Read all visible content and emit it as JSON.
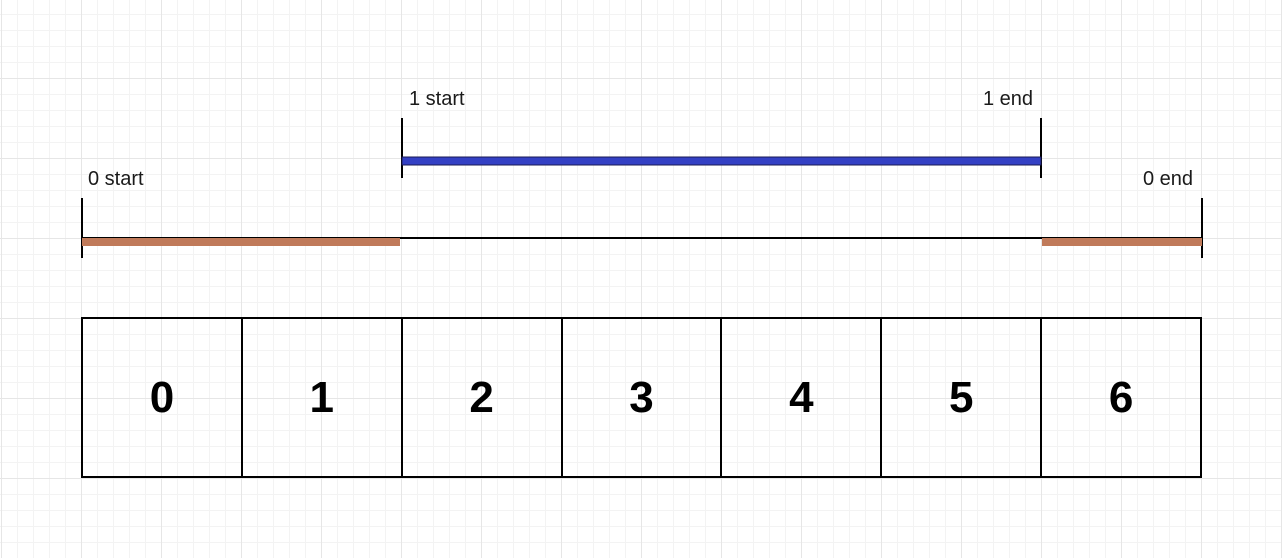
{
  "colors": {
    "segment_0": "#c07a5a",
    "segment_1": "#3340c4",
    "segment_1_outline": "#1a1a55",
    "baseline": "#000000"
  },
  "segments": [
    {
      "start_label": "0 start",
      "end_label": "0 end"
    },
    {
      "start_label": "1 start",
      "end_label": "1 end"
    }
  ],
  "cells": [
    "0",
    "1",
    "2",
    "3",
    "4",
    "5",
    "6"
  ]
}
